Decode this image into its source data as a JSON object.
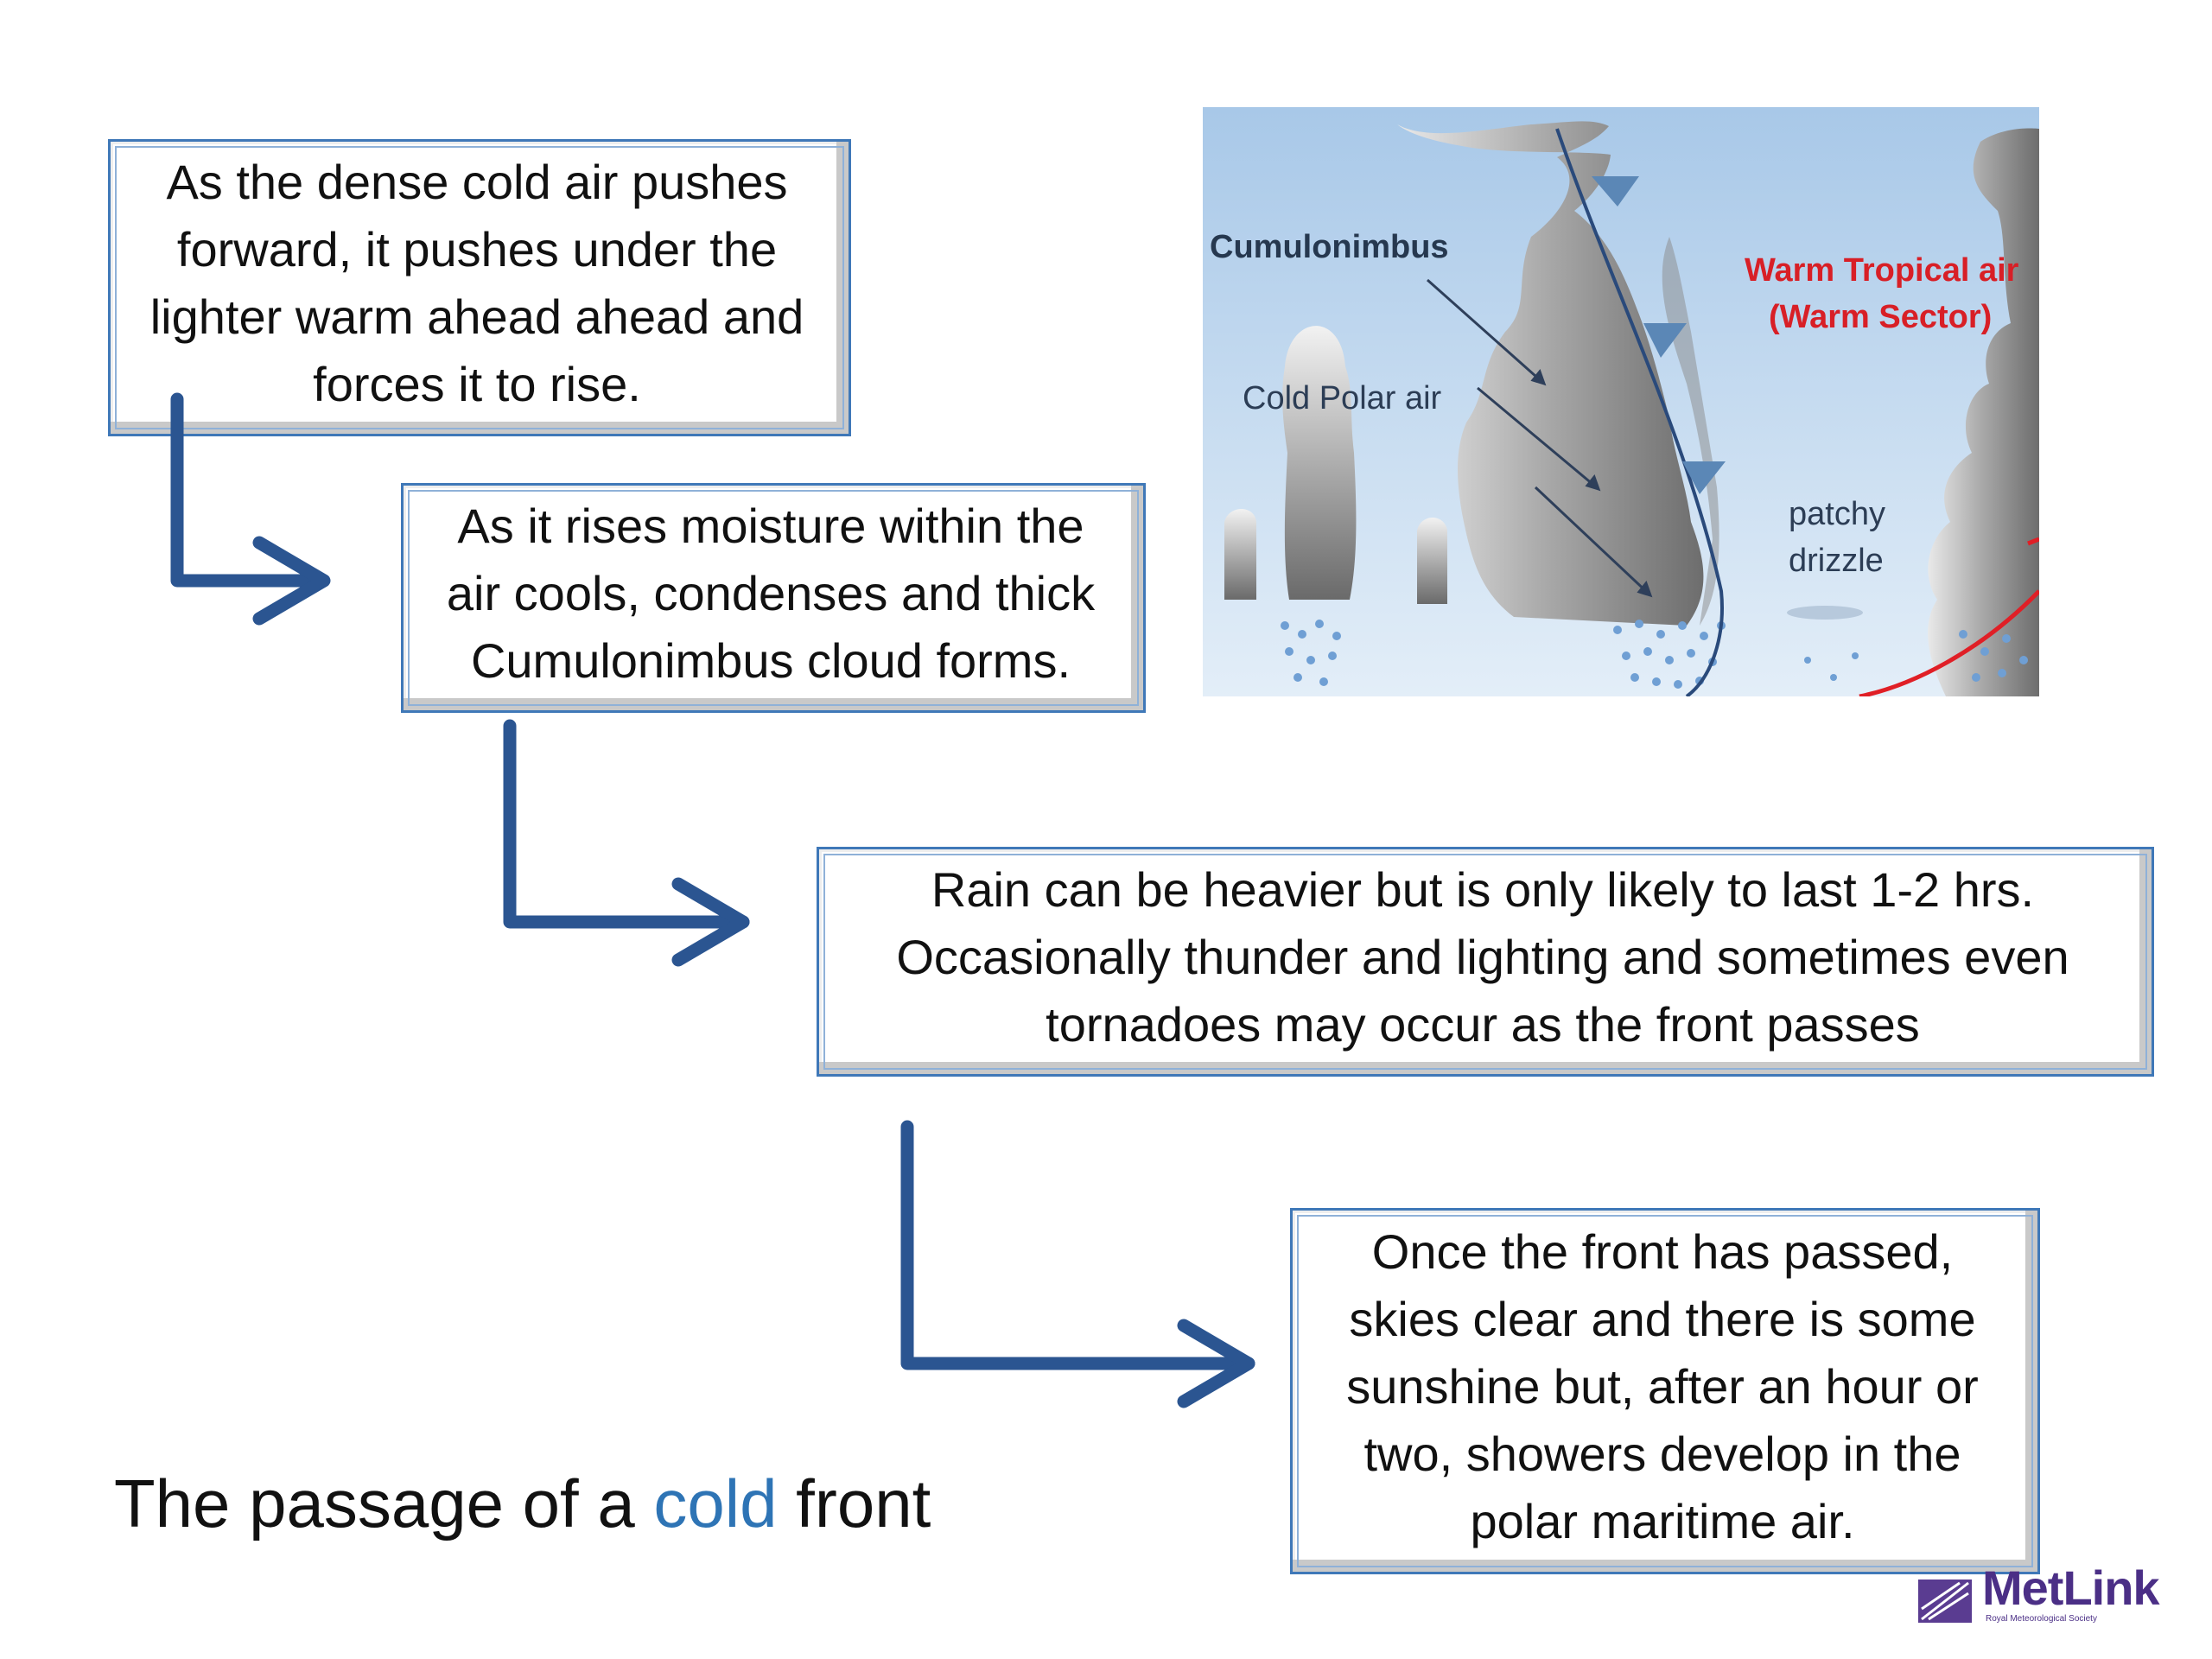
{
  "steps": [
    "As the dense cold air pushes forward, it pushes under the lighter warm ahead ahead and forces it to rise.",
    "As it rises moisture within the air cools, condenses and thick Cumulonimbus cloud forms.",
    "Rain can be heavier but is only likely to last 1-2 hrs. Occasionally thunder and lighting and sometimes even tornadoes may occur as the front passes",
    "Once the front has passed, skies clear and there is some sunshine but, after an hour or two, showers develop in the polar maritime air."
  ],
  "title": {
    "before": "The passage of a ",
    "highlight": "cold",
    "after": " front"
  },
  "figure": {
    "labels": {
      "cumulonimbus": "Cumulonimbus",
      "cold_polar_air": "Cold Polar air",
      "warm_tropical_air_line1": "Warm Tropical air",
      "warm_tropical_air_line2": "(Warm Sector)",
      "patchy": "patchy",
      "drizzle": "drizzle"
    },
    "colors": {
      "sky": "#c4d9ee",
      "cloud": "#8e8e8e",
      "rain": "#6f9fd4",
      "cold_front": "#2a4a7b",
      "warm_front": "#e01f26",
      "warm_label": "#d81f26"
    }
  },
  "arrow_color": "#2b5591",
  "accent_color": "#2e74b5",
  "logo": {
    "name": "MetLink",
    "subtitle": "Royal Meteorological Society"
  }
}
